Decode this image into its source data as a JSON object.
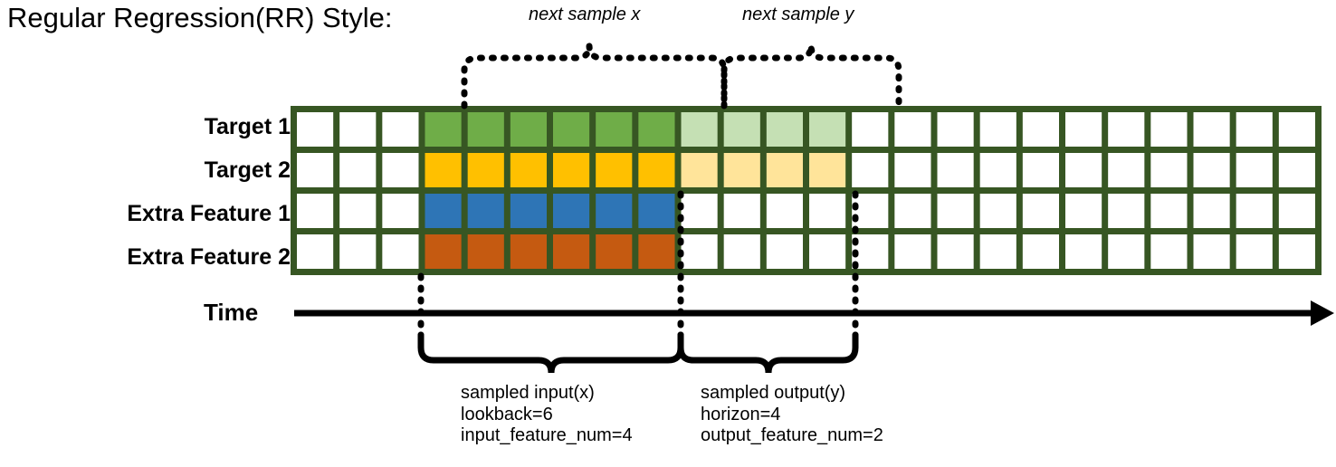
{
  "title": "Regular Regression(RR) Style:",
  "rows": [
    {
      "label": "Target 1",
      "kind": "target",
      "color": "#6fad48",
      "light_color": "#c5e0b4"
    },
    {
      "label": "Target 2",
      "kind": "target",
      "color": "#ffc000",
      "light_color": "#ffe49a"
    },
    {
      "label": "Extra Feature 1",
      "kind": "feature",
      "color": "#2e75b6",
      "light_color": "#ffffff"
    },
    {
      "label": "Extra Feature 2",
      "kind": "feature",
      "color": "#c55a11",
      "light_color": "#ffffff"
    }
  ],
  "grid": {
    "total_columns": 24,
    "lead_blank_columns": 3,
    "input_columns": 6,
    "output_columns": 4,
    "trail_blank_columns": 11,
    "border_color": "#375623",
    "empty_color": "#ffffff"
  },
  "axis": {
    "label": "Time"
  },
  "top_braces": [
    {
      "name": "next-sample-x",
      "label": "next sample x"
    },
    {
      "name": "next-sample-y",
      "label": "next sample y"
    }
  ],
  "bottom_braces": [
    {
      "name": "sampled-input",
      "lines": [
        "sampled input(x)",
        "lookback=6",
        "input_feature_num=4"
      ]
    },
    {
      "name": "sampled-output",
      "lines": [
        "sampled output(y)",
        "horizon=4",
        "output_feature_num=2"
      ]
    }
  ],
  "chart_data": {
    "type": "heatmap",
    "title": "Regular Regression(RR) Style:",
    "xlabel": "Time",
    "ylabel": "",
    "categories": [
      "Target 1",
      "Target 2",
      "Extra Feature 1",
      "Extra Feature 2"
    ],
    "x": [
      1,
      2,
      3,
      4,
      5,
      6,
      7,
      8,
      9,
      10,
      11,
      12,
      13,
      14,
      15,
      16,
      17,
      18,
      19,
      20,
      21,
      22,
      23,
      24
    ],
    "legend_position": "none",
    "grid": true,
    "series": [
      {
        "name": "Target 1",
        "values": [
          "empty",
          "empty",
          "empty",
          "input",
          "input",
          "input",
          "input",
          "input",
          "input",
          "output",
          "output",
          "output",
          "output",
          "empty",
          "empty",
          "empty",
          "empty",
          "empty",
          "empty",
          "empty",
          "empty",
          "empty",
          "empty",
          "empty"
        ]
      },
      {
        "name": "Target 2",
        "values": [
          "empty",
          "empty",
          "empty",
          "input",
          "input",
          "input",
          "input",
          "input",
          "input",
          "output",
          "output",
          "output",
          "output",
          "empty",
          "empty",
          "empty",
          "empty",
          "empty",
          "empty",
          "empty",
          "empty",
          "empty",
          "empty",
          "empty"
        ]
      },
      {
        "name": "Extra Feature 1",
        "values": [
          "empty",
          "empty",
          "empty",
          "input",
          "input",
          "input",
          "input",
          "input",
          "input",
          "empty",
          "empty",
          "empty",
          "empty",
          "empty",
          "empty",
          "empty",
          "empty",
          "empty",
          "empty",
          "empty",
          "empty",
          "empty",
          "empty",
          "empty"
        ]
      },
      {
        "name": "Extra Feature 2",
        "values": [
          "empty",
          "empty",
          "empty",
          "input",
          "input",
          "input",
          "input",
          "input",
          "input",
          "empty",
          "empty",
          "empty",
          "empty",
          "empty",
          "empty",
          "empty",
          "empty",
          "empty",
          "empty",
          "empty",
          "empty",
          "empty",
          "empty",
          "empty"
        ]
      }
    ],
    "annotations": [
      "next sample x",
      "next sample y",
      "sampled input(x) lookback=6 input_feature_num=4",
      "sampled output(y) horizon=4 output_feature_num=2"
    ]
  }
}
